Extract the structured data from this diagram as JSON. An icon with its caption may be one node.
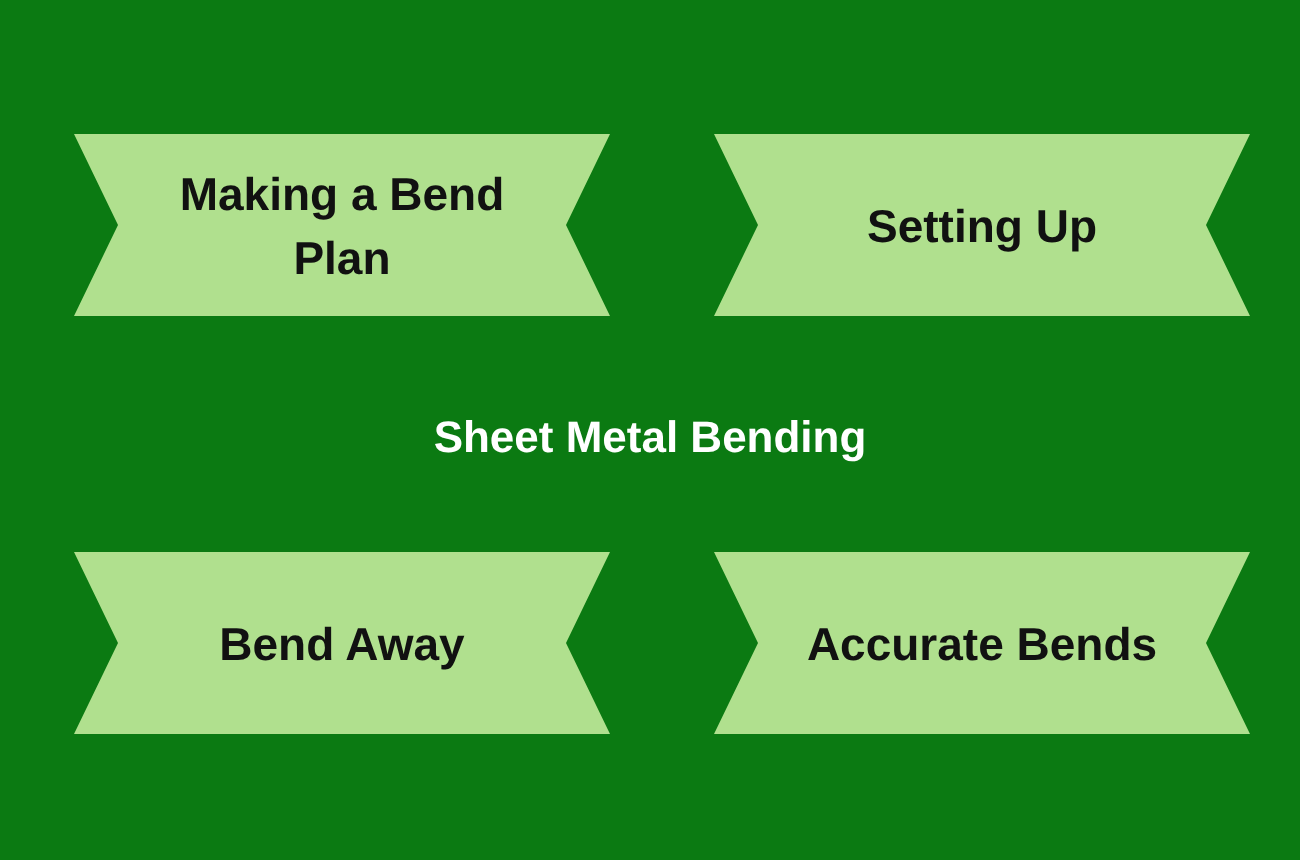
{
  "diagram": {
    "title": "Sheet Metal Bending",
    "nodes": [
      {
        "text": [
          "Making a Bend Plan"
        ]
      },
      {
        "text": [
          "Setting Up"
        ]
      },
      {
        "text": [
          "Bend Away"
        ]
      },
      {
        "text": [
          "Accurate Bends"
        ]
      }
    ]
  }
}
